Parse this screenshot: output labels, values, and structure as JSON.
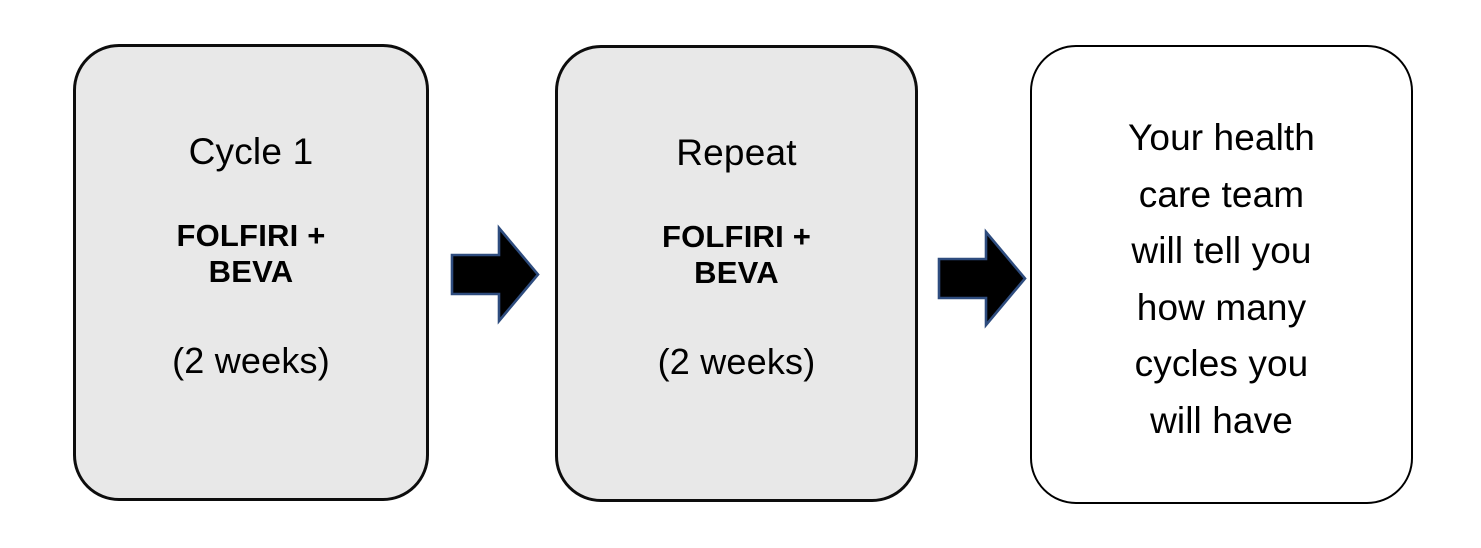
{
  "diagram": {
    "type": "treatment-cycle-flowchart",
    "orientation": "left-to-right",
    "background_color": "#FFFFFF",
    "steps": [
      {
        "id": "cycle-1",
        "heading": "Cycle 1",
        "emphasis": "FOLFIRI +\nBEVA",
        "duration": "(2 weeks)",
        "fill_color": "#E8E8E8",
        "border_color": "#0D0D0D"
      },
      {
        "id": "repeat",
        "heading": "Repeat",
        "emphasis": "FOLFIRI +\nBEVA",
        "duration": "(2 weeks)",
        "fill_color": "#E8E8E8",
        "border_color": "#0D0D0D"
      },
      {
        "id": "care-team-note",
        "paragraph": "Your health\ncare team\nwill tell you\nhow many\ncycles you\nwill have",
        "fill_color": "#FFFFFF",
        "border_color": "#000000"
      }
    ],
    "connectors": [
      {
        "id": "arrow-1",
        "icon": "right-block-arrow-icon",
        "from": "cycle-1",
        "to": "repeat",
        "fill_color": "#000000",
        "stroke_color": "#2E4C7E"
      },
      {
        "id": "arrow-2",
        "icon": "right-block-arrow-icon",
        "from": "repeat",
        "to": "care-team-note",
        "fill_color": "#000000",
        "stroke_color": "#2E4C7E"
      }
    ]
  }
}
